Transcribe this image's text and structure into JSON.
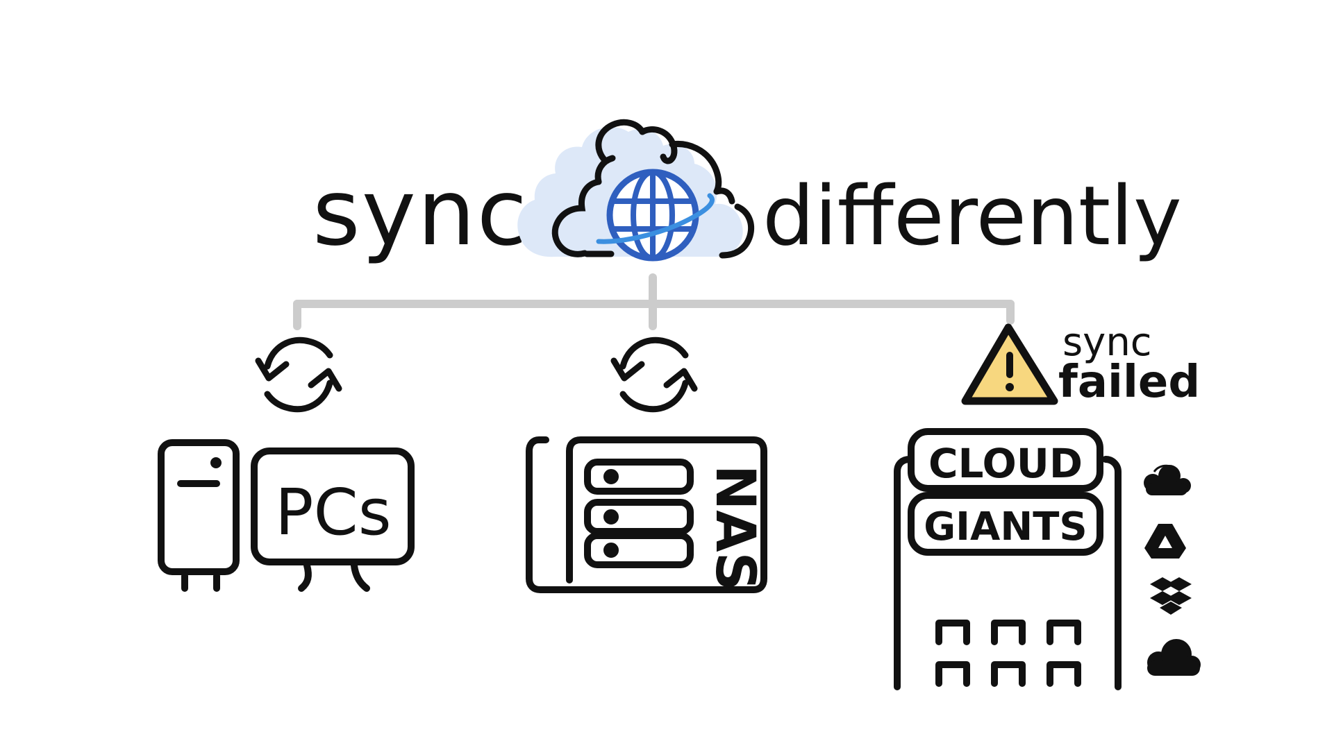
{
  "headline": {
    "left_word": "sync",
    "right_word": "differently"
  },
  "nodes": {
    "pcs": {
      "label": "PCs",
      "sync_icon": "sync-arrows-icon"
    },
    "nas": {
      "label": "NAS",
      "sync_icon": "sync-arrows-icon"
    },
    "cloud": {
      "sign_top": "CLOUD",
      "sign_bottom": "GIANTS",
      "status_line1": "sync",
      "status_line2": "failed",
      "status_icon": "warning-triangle-icon",
      "providers": [
        "nextcloud-icon",
        "google-drive-icon",
        "dropbox-icon",
        "onedrive-icon"
      ]
    }
  },
  "colors": {
    "ink": "#111111",
    "connector": "#cccccc",
    "cloud_fill": "#dde8f8",
    "globe": "#2f5fbf",
    "globe_ring": "#3b8fe0",
    "warning_fill": "#f7d77f"
  }
}
